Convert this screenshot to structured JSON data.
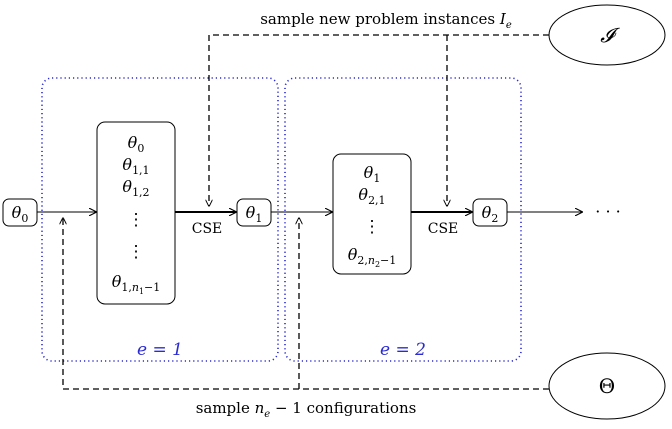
{
  "colors": {
    "ink": "#000000",
    "epoch": "#2b2bd1",
    "box_fill": "#ffffff"
  },
  "top_label": {
    "text": "sample new problem instances ",
    "var": "I",
    "sub": "e"
  },
  "bottom_label": {
    "pre": "sample ",
    "var": "n",
    "sub": "e",
    "post": " − 1 configurations"
  },
  "sets": {
    "instances": "𝓘",
    "configs": "Θ"
  },
  "nodes": {
    "theta0": {
      "var": "θ",
      "sub": "0"
    },
    "theta1": {
      "var": "θ",
      "sub": "1"
    },
    "theta2": {
      "var": "θ",
      "sub": "2"
    }
  },
  "pool1": [
    {
      "var": "θ",
      "sub": "0"
    },
    {
      "var": "θ",
      "sub": "1,1"
    },
    {
      "var": "θ",
      "sub": "1,2"
    },
    {
      "var": "θ",
      "sub": "1,",
      "subvar": "n",
      "subsub": "1",
      "tail": "−1"
    }
  ],
  "pool2": [
    {
      "var": "θ",
      "sub": "1"
    },
    {
      "var": "θ",
      "sub": "2,1"
    },
    {
      "var": "θ",
      "sub": "2,",
      "subvar": "n",
      "subsub": "2",
      "tail": "−1"
    }
  ],
  "vdots": "⋮",
  "cse_label": "CSE",
  "epochs": [
    {
      "label": "e = 1"
    },
    {
      "label": "e = 2"
    }
  ],
  "continuation": "· · ·"
}
